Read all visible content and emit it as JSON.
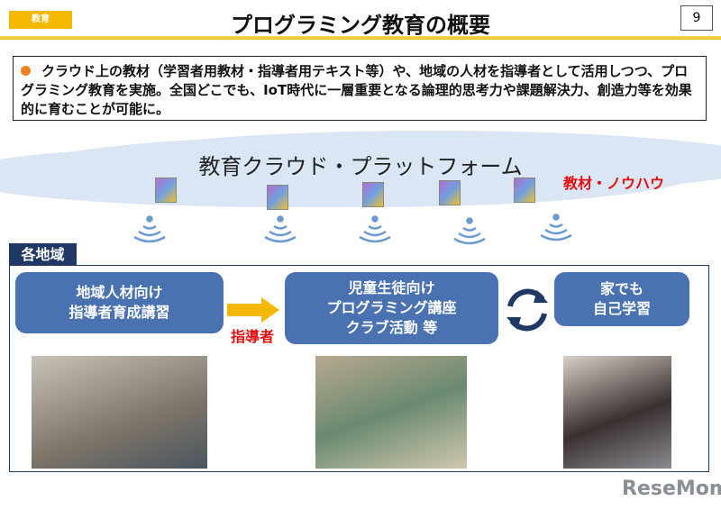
{
  "header": {
    "tag": "教育",
    "title": "プログラミング教育の概要",
    "page_number": "9"
  },
  "intro": "クラウド上の教材（学習者用教材・指導者用テキスト等）や、地域の人材を指導者として活用しつつ、プログラミング教育を実施。全国どこでも、IoT時代に一層重要となる論理的思考力や課題解決力、創造力等を効果的に育むことが可能に。",
  "cloud": {
    "title": "教育クラウド・プラットフォーム",
    "materials": "教材・ノウハウ"
  },
  "region": {
    "label": "各地域",
    "box1": "地域人材向け\n指導者育成講習",
    "arrow_label": "指導者",
    "box2": "児童生徒向け\nプログラミング講座\nクラブ活動 等",
    "box3": "家でも\n自己学習"
  },
  "logo": "ReseMom"
}
